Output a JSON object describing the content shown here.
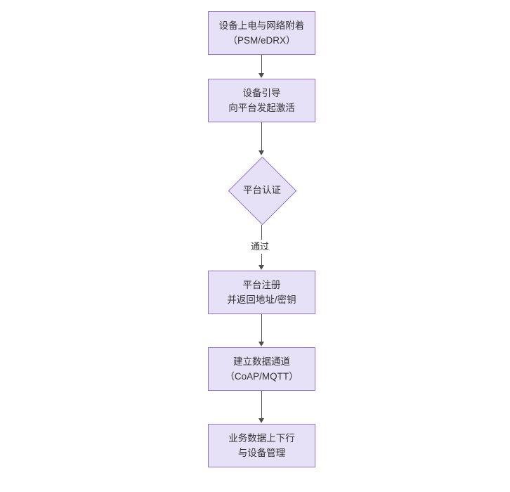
{
  "diagram": {
    "title_text_color": "#333333",
    "node_fill": "#e6e1f7",
    "node_stroke": "#9673c8",
    "connector_color": "#4d4d4d",
    "background": "#ffffff",
    "nodes": [
      {
        "id": "power-on",
        "shape": "box",
        "line1": "设备上电与网络附着",
        "line2": "（PSM/eDRX）"
      },
      {
        "id": "bootstrap",
        "shape": "box",
        "line1": "设备引导",
        "line2": "向平台发起激活"
      },
      {
        "id": "platform-auth",
        "shape": "diamond",
        "line1": "平台认证",
        "line2": ""
      },
      {
        "id": "platform-register",
        "shape": "box",
        "line1": "平台注册",
        "line2": "并返回地址/密钥"
      },
      {
        "id": "data-channel",
        "shape": "box",
        "line1": "建立数据通道",
        "line2": "（CoAP/MQTT）"
      },
      {
        "id": "service-data",
        "shape": "box",
        "line1": "业务数据上下行",
        "line2": "与设备管理"
      }
    ],
    "edges": [
      {
        "id": "e1",
        "from": "power-on",
        "to": "bootstrap",
        "label": ""
      },
      {
        "id": "e2",
        "from": "bootstrap",
        "to": "platform-auth",
        "label": ""
      },
      {
        "id": "e3",
        "from": "platform-auth",
        "to": "platform-register",
        "label": "通过"
      },
      {
        "id": "e4",
        "from": "platform-register",
        "to": "data-channel",
        "label": ""
      },
      {
        "id": "e5",
        "from": "data-channel",
        "to": "service-data",
        "label": ""
      }
    ]
  }
}
